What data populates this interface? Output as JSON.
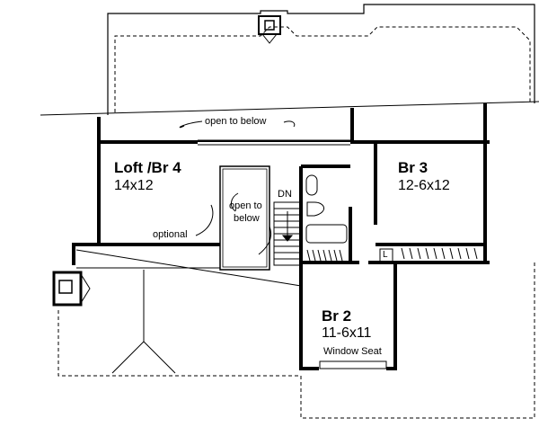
{
  "rooms": {
    "loft": {
      "name": "Loft /Br 4",
      "size": "14x12"
    },
    "br3": {
      "name": "Br 3",
      "size": "12-6x12"
    },
    "br2": {
      "name": "Br 2",
      "size": "11-6x11"
    }
  },
  "notes": {
    "open_top": "open to below",
    "open_stair_1": "open to",
    "open_stair_2": "below",
    "optional": "optional",
    "dn": "DN",
    "linen": "L",
    "window_seat": "Window Seat"
  },
  "colors": {
    "line": "#000000",
    "background": "#ffffff"
  }
}
